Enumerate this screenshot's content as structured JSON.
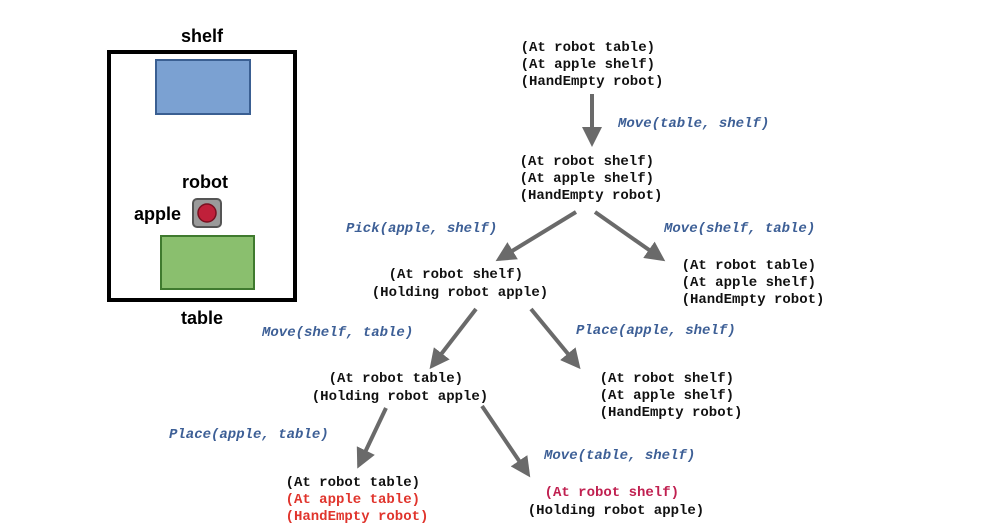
{
  "colors": {
    "shelf": "#7ba1d2",
    "shelf_border": "#3a5f92",
    "table": "#8abf6e",
    "table_border": "#3f7a2e",
    "robot_body": "#9a9a9a",
    "apple": "#c0203a",
    "arrow": "#6a6a6a",
    "action": "#3d5f96",
    "state": "#111111",
    "highlight": "#e0342c",
    "highlight_alt": "#c02050"
  },
  "scene": {
    "shelf_label": "shelf",
    "robot_label": "robot",
    "apple_label": "apple",
    "table_label": "table"
  },
  "states": [
    {
      "id": "s0",
      "lines": [
        {
          "text": "(At robot table)"
        },
        {
          "text": "(At apple shelf)"
        },
        {
          "text": "(HandEmpty robot)"
        }
      ]
    },
    {
      "id": "s1",
      "lines": [
        {
          "text": "(At robot shelf)"
        },
        {
          "text": "(At apple shelf)"
        },
        {
          "text": "(HandEmpty robot)"
        }
      ]
    },
    {
      "id": "s2",
      "lines": [
        {
          "text": "(At robot shelf)"
        },
        {
          "text": "(Holding robot apple)"
        }
      ]
    },
    {
      "id": "s3",
      "lines": [
        {
          "text": "(At robot table)"
        },
        {
          "text": "(At apple shelf)"
        },
        {
          "text": "(HandEmpty robot)"
        }
      ]
    },
    {
      "id": "s4",
      "lines": [
        {
          "text": "(At robot table)"
        },
        {
          "text": "(Holding robot apple)"
        }
      ]
    },
    {
      "id": "s5",
      "lines": [
        {
          "text": "(At robot shelf)"
        },
        {
          "text": "(At apple shelf)"
        },
        {
          "text": "(HandEmpty robot)"
        }
      ]
    },
    {
      "id": "s6",
      "lines": [
        {
          "text": "(At robot table)"
        },
        {
          "text": "(At apple table)",
          "highlight": true
        },
        {
          "text": "(HandEmpty robot)",
          "highlight": true
        }
      ]
    },
    {
      "id": "s7",
      "lines": [
        {
          "text": "(At robot shelf)",
          "highlight": "alt"
        },
        {
          "text": "(Holding robot apple)"
        }
      ]
    }
  ],
  "actions": [
    {
      "id": "a0",
      "label": "Move(table, shelf)"
    },
    {
      "id": "a1",
      "label": "Pick(apple, shelf)"
    },
    {
      "id": "a2",
      "label": "Move(shelf, table)"
    },
    {
      "id": "a3",
      "label": "Move(shelf, table)"
    },
    {
      "id": "a4",
      "label": "Place(apple, shelf)"
    },
    {
      "id": "a5",
      "label": "Place(apple, table)"
    },
    {
      "id": "a6",
      "label": "Move(table, shelf)"
    }
  ]
}
